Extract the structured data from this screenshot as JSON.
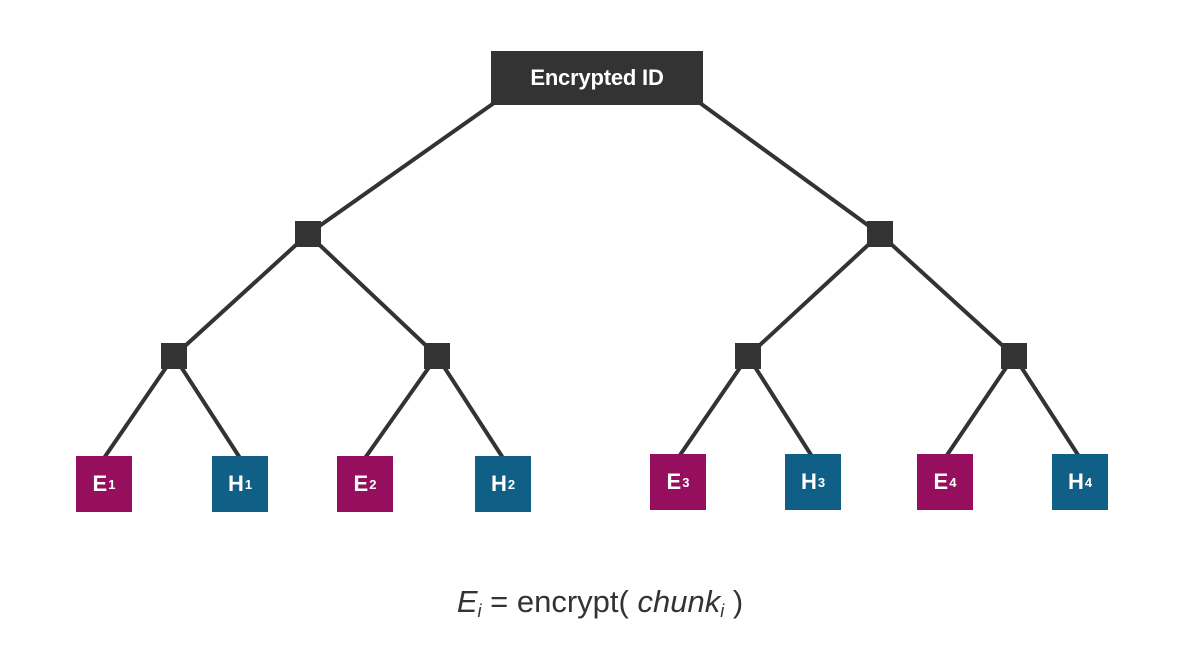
{
  "root": {
    "label": "Encrypted ID"
  },
  "leaves": [
    {
      "letter": "E",
      "index": "1",
      "kind": "encrypted"
    },
    {
      "letter": "H",
      "index": "1",
      "kind": "hash"
    },
    {
      "letter": "E",
      "index": "2",
      "kind": "encrypted"
    },
    {
      "letter": "H",
      "index": "2",
      "kind": "hash"
    },
    {
      "letter": "E",
      "index": "3",
      "kind": "encrypted"
    },
    {
      "letter": "H",
      "index": "3",
      "kind": "hash"
    },
    {
      "letter": "E",
      "index": "4",
      "kind": "encrypted"
    },
    {
      "letter": "H",
      "index": "4",
      "kind": "hash"
    }
  ],
  "formula": {
    "lhs_var": "E",
    "lhs_sub": "i",
    "equals_func": " = encrypt( ",
    "arg_var": "chunk",
    "arg_sub": "i",
    "close": " )"
  },
  "colors": {
    "node": "#333333",
    "encrypted": "#960f5e",
    "hash": "#0f5f87",
    "edge": "#333333"
  }
}
